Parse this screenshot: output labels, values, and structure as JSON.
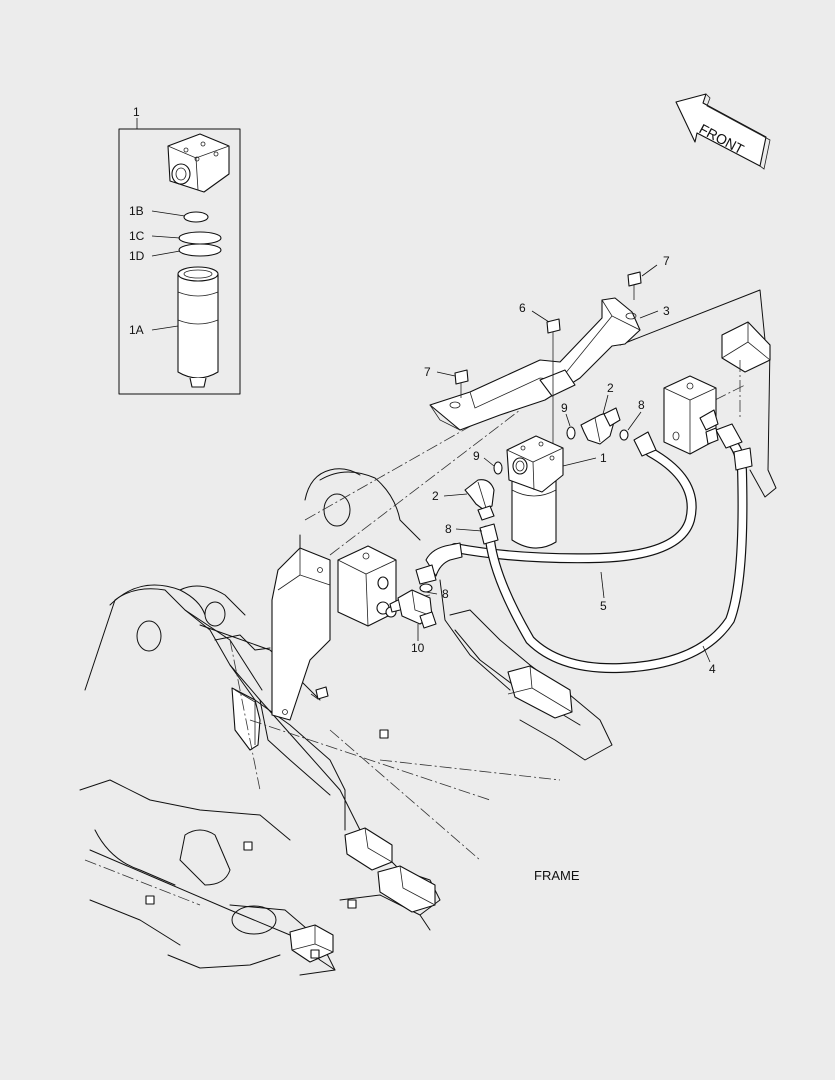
{
  "labels": {
    "l1_top": "1",
    "l1B": "1B",
    "l1C": "1C",
    "l1D": "1D",
    "l1A": "1A",
    "l7_right": "7",
    "l6": "6",
    "l3": "3",
    "l7_left": "7",
    "l2_right": "2",
    "l9_right": "9",
    "l8_right": "8",
    "l9_left": "9",
    "l1_main": "1",
    "l2_left": "2",
    "l8_left": "8",
    "l8_lower": "8",
    "l10": "10",
    "l5": "5",
    "l4": "4"
  },
  "front_label": "FRONT",
  "frame_label": "FRAME"
}
